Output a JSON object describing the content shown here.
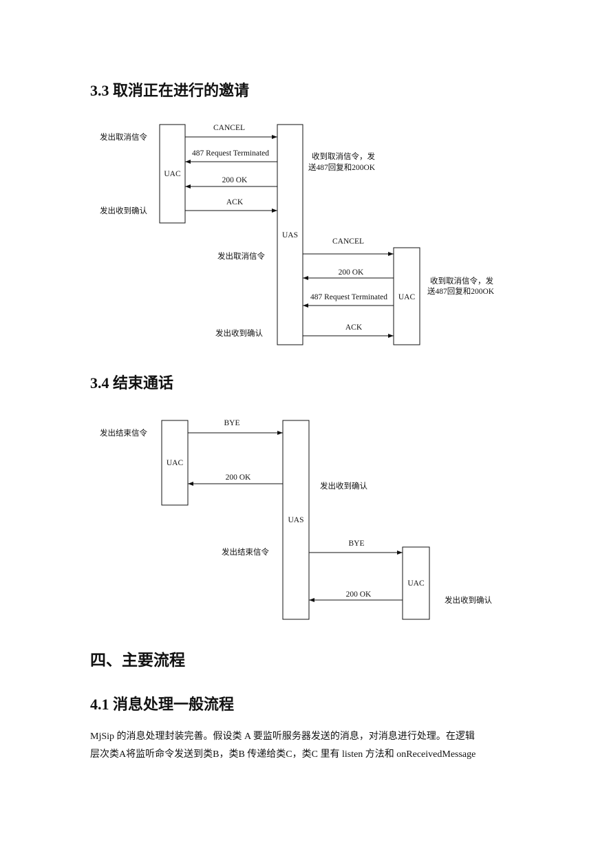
{
  "sec33": {
    "heading": "3.3  取消正在进行的邀请",
    "entities": {
      "uac_top": "UAC",
      "uas": "UAS",
      "uac_bottom": "UAC"
    },
    "messages": {
      "m1": "CANCEL",
      "m2": "487 Request Terminated",
      "m3": "200 OK",
      "m4": "ACK",
      "m5": "CANCEL",
      "m6": "200 OK",
      "m7": "487 Request Terminated",
      "m8": "ACK"
    },
    "notes": {
      "n1": "发出取消信令",
      "n2": "发出收到确认",
      "n3a": "收到取消信令，发",
      "n3b": "送487回复和200OK",
      "n4": "发出取消信令",
      "n5": "发出收到确认",
      "n6a": "收到取消信令，发",
      "n6b": "送487回复和200OK"
    }
  },
  "sec34": {
    "heading": "3.4  结束通话",
    "entities": {
      "uac_top": "UAC",
      "uas": "UAS",
      "uac_bottom": "UAC"
    },
    "messages": {
      "m1": "BYE",
      "m2": "200 OK",
      "m3": "BYE",
      "m4": "200 OK"
    },
    "notes": {
      "n1": "发出结束信令",
      "n2": "发出收到确认",
      "n3": "发出结束信令",
      "n4": "发出收到确认"
    }
  },
  "chapter4": {
    "heading": "四、主要流程"
  },
  "sec41": {
    "heading": "4.1  消息处理一般流程",
    "lines": [
      "MjSip 的消息处理封装完善。假设类 A 要监听服务器发送的消息，对消息进行处理。在逻辑",
      "层次类A将监听命令发送到类B，类B 传递给类C，类C 里有 listen 方法和 onReceivedMessage"
    ]
  }
}
